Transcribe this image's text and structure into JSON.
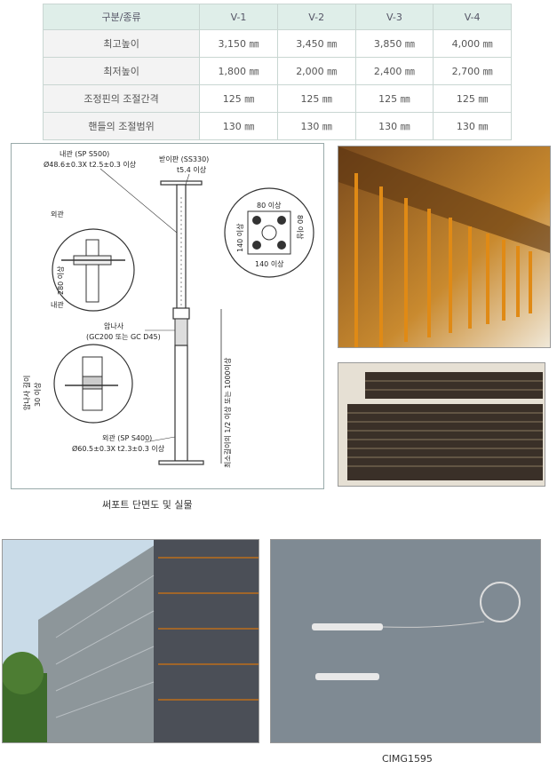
{
  "spec_table": {
    "header": [
      "구분/종류",
      "V-1",
      "V-2",
      "V-3",
      "V-4"
    ],
    "rows": [
      {
        "label": "최고높이",
        "values": [
          "3,150 ㎜",
          "3,450 ㎜",
          "3,850 ㎜",
          "4,000 ㎜"
        ]
      },
      {
        "label": "최저높이",
        "values": [
          "1,800 ㎜",
          "2,000 ㎜",
          "2,400 ㎜",
          "2,700 ㎜"
        ]
      },
      {
        "label": "조정핀의 조절간격",
        "values": [
          "125 ㎜",
          "125 ㎜",
          "125 ㎜",
          "125 ㎜"
        ]
      },
      {
        "label": "핸들의 조절범위",
        "values": [
          "130 ㎜",
          "130 ㎜",
          "130 ㎜",
          "130 ㎜"
        ]
      }
    ]
  },
  "drawing": {
    "inner_pipe": "내관 (SP S500)",
    "inner_pipe_dim": "Ø48.6±0.3X t2.5±0.3 이상",
    "base_plate": "받이판 (SS330)",
    "base_plate_t": "t5.4 이상",
    "outer_label": "외관",
    "inner_label": "내관",
    "dim_280": "280 이상",
    "dim_80": "80 이상",
    "dim_140a": "140 이상",
    "dim_140b": "140 이상",
    "dim_80b": "80 이상",
    "thread_label": "암나사",
    "thread_spec": "(GC200 또는 GC D45)",
    "thread_depth": "암나사 길이",
    "thread_depth_val": "30 이상",
    "outer_pipe": "외관 (SP S400)",
    "outer_pipe_dim": "Ø60.5±0.3X t2.3±0.3 이상",
    "vertical_note": "최소길이의 1/2 이상 또는 1000이상"
  },
  "captions": {
    "drawing_caption": "써포트 단면도 및 실물",
    "photo_caption": "CIMG1595"
  }
}
